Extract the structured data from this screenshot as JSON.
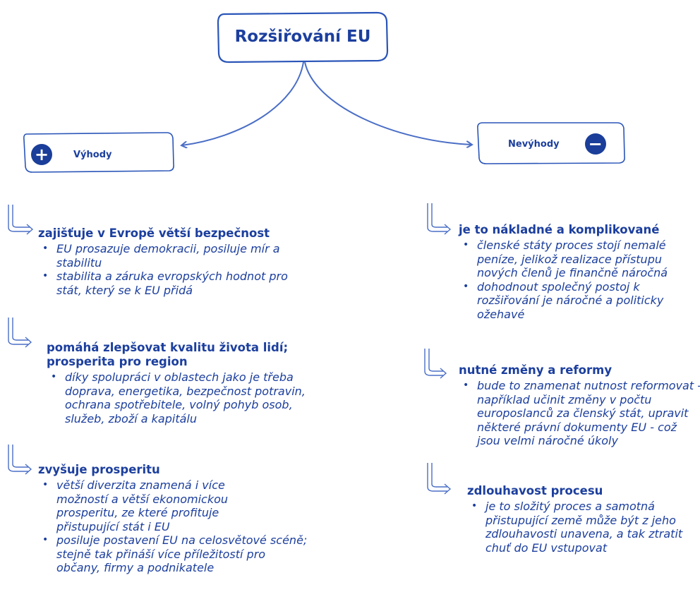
{
  "title": "Rozšiřování EU",
  "advantages": {
    "label": "Výhody",
    "icon": "plus-circle-icon",
    "items": [
      {
        "heading": "zajišťuje v Evropě větší bezpečnost",
        "bullets": [
          "EU prosazuje demokracii, posiluje mír a stabilitu",
          "stabilita a záruka evropských hodnot pro stát, který se k EU přidá"
        ]
      },
      {
        "heading": "pomáhá zlepšovat kvalitu života lidí; prosperita pro region",
        "bullets": [
          "díky spolupráci v oblastech jako je třeba doprava, energetika, bezpečnost potravin, ochrana spotřebitele, volný pohyb osob, služeb, zboží a kapitálu"
        ]
      },
      {
        "heading": "zvyšuje prosperitu",
        "bullets": [
          "větší diverzita znamená i více možností a větší ekonomickou prosperitu, ze které profituje přistupující stát i EU",
          "posiluje postavení EU na celosvětové scéně; stejně tak přináší více příležitostí pro občany, firmy a podnikatele"
        ]
      }
    ]
  },
  "disadvantages": {
    "label": "Nevýhody",
    "icon": "minus-circle-icon",
    "items": [
      {
        "heading": "je to nákladné a komplikované",
        "bullets": [
          "členské státy proces stojí nemalé peníze, jelikož realizace přístupu nových členů je finančně náročná",
          "dohodnout společný postoj k rozšiřování je náročné a politicky ožehavé"
        ]
      },
      {
        "heading": "nutné změny a reformy",
        "bullets": [
          "bude to znamenat nutnost reformovat - například učinit změny v počtu europoslanců za členský stát, upravit některé právní dokumenty EU - což jsou velmi náročné úkoly"
        ]
      },
      {
        "heading": "zdlouhavost procesu",
        "bullets": [
          "je to složitý proces a samotná přistupující země může být z jeho zdlouhavosti unavena, a tak ztratit chuť do EU vstupovat"
        ]
      }
    ]
  },
  "colors": {
    "primary": "#1c3f9e",
    "line": "#4a6ec6"
  }
}
